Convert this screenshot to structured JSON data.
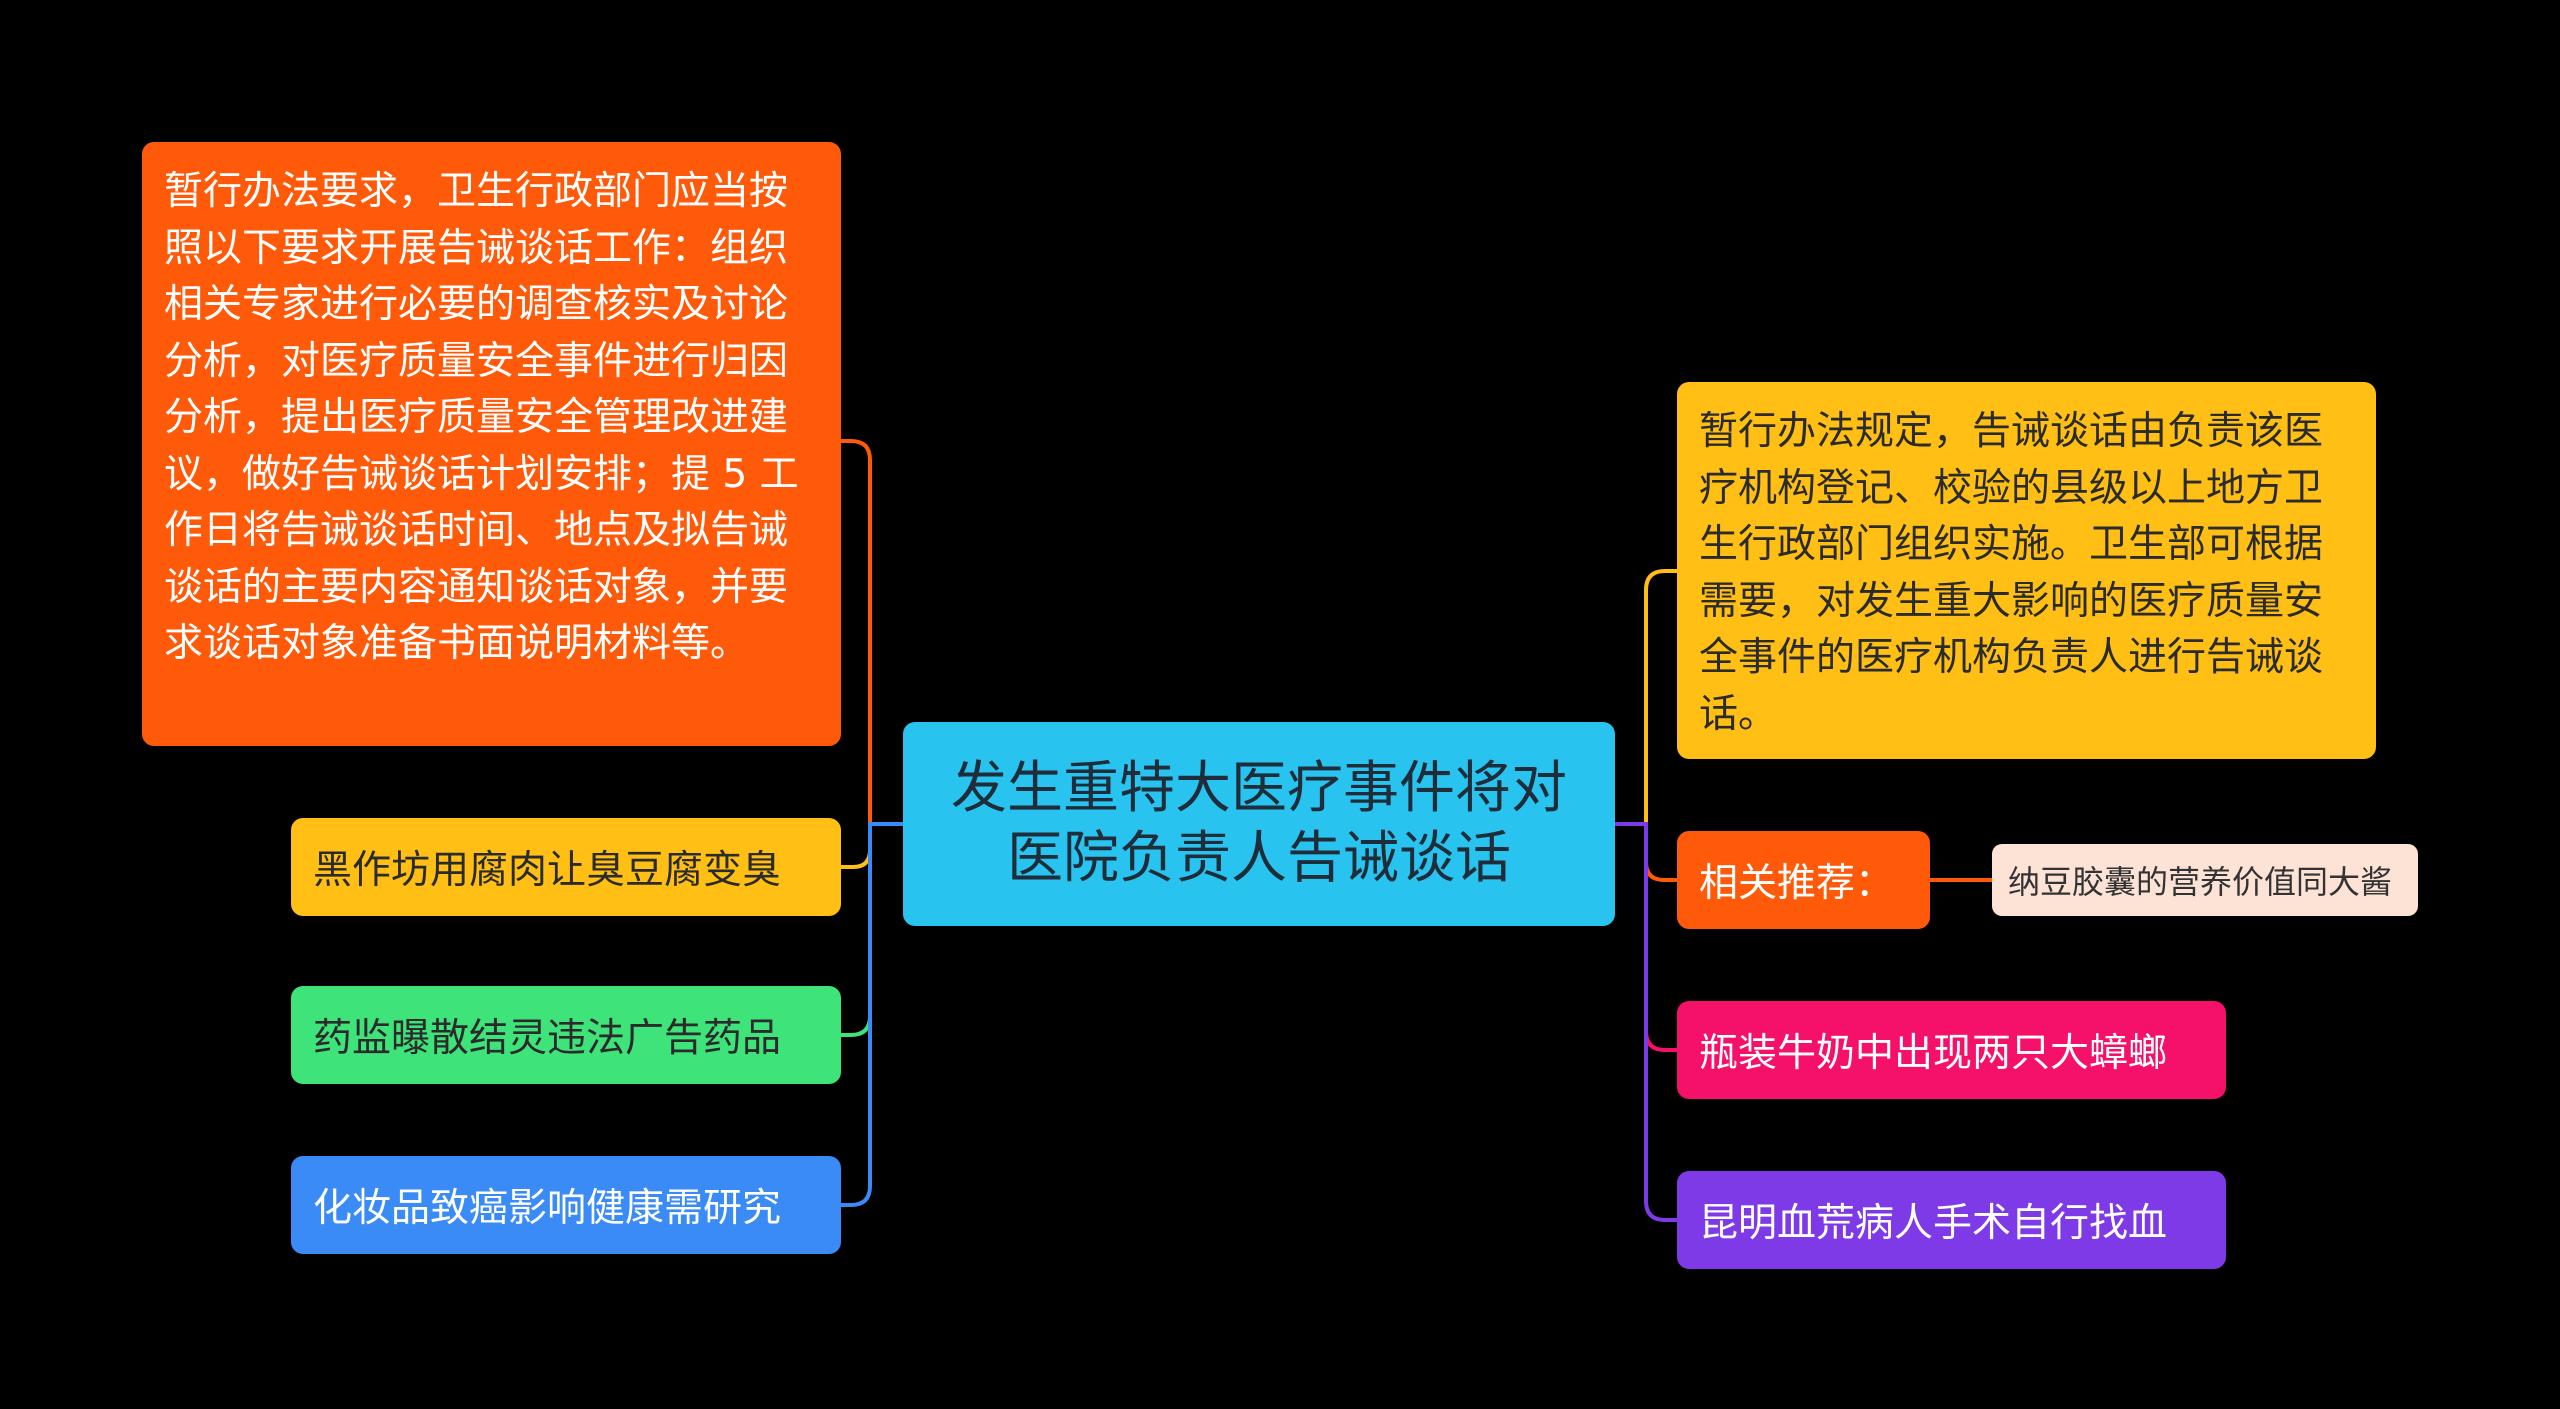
{
  "center": {
    "label": "发生重特大医疗事件将对医院负责人告诫谈话",
    "color": "#29C3F0"
  },
  "left": [
    {
      "label": "暂行办法要求，卫生行政部门应当按照以下要求开展告诫谈话工作：组织相关专家进行必要的调查核实及讨论分析，对医疗质量安全事件进行归因分析，提出医疗质量安全管理改进建议，做好告诫谈话计划安排；提 5 工作日将告诫谈话时间、地点及拟告诫谈话的主要内容通知谈话对象，并要求谈话对象准备书面说明材料等。",
      "color": "#FF5A0A"
    },
    {
      "label": "黑作坊用腐肉让臭豆腐变臭",
      "color": "#FFBF14"
    },
    {
      "label": "药监曝散结灵违法广告药品",
      "color": "#3EE37A"
    },
    {
      "label": "化妆品致癌影响健康需研究",
      "color": "#3A8BF5"
    }
  ],
  "right": [
    {
      "label": "暂行办法规定，告诫谈话由负责该医疗机构登记、校验的县级以上地方卫生行政部门组织实施。卫生部可根据需要，对发生重大影响的医疗质量安全事件的医疗机构负责人进行告诫谈话。",
      "color": "#FFBF14"
    },
    {
      "label": "相关推荐：",
      "color": "#FF5A0A",
      "child": {
        "label": "纳豆胶囊的营养价值同大酱",
        "color": "#FDE3D6"
      }
    },
    {
      "label": "瓶装牛奶中出现两只大蟑螂",
      "color": "#F5106A"
    },
    {
      "label": "昆明血荒病人手术自行找血",
      "color": "#7E3AE6"
    }
  ]
}
